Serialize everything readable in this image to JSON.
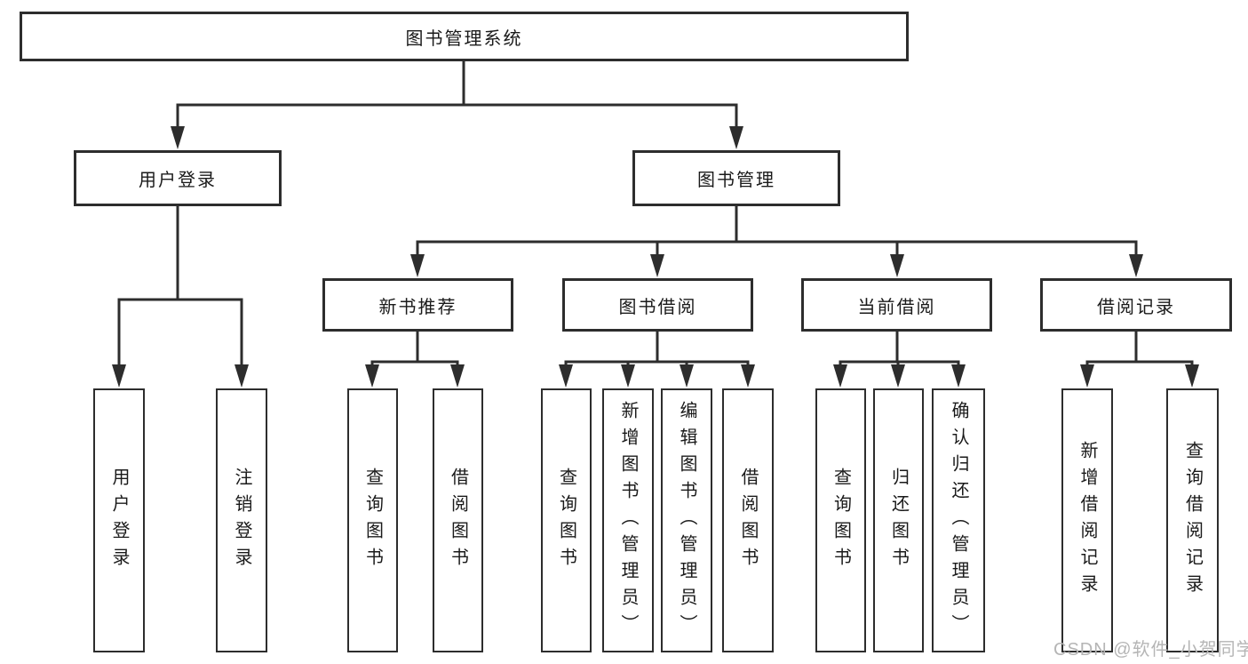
{
  "tree": {
    "root": {
      "label": "图书管理系统"
    },
    "children": [
      {
        "label": "用户登录",
        "children": [
          {
            "label": "用户登录"
          },
          {
            "label": "注销登录"
          }
        ]
      },
      {
        "label": "图书管理",
        "children": [
          {
            "label": "新书推荐",
            "children": [
              {
                "label": "查询图书"
              },
              {
                "label": "借阅图书"
              }
            ]
          },
          {
            "label": "图书借阅",
            "children": [
              {
                "label": "查询图书"
              },
              {
                "label": "新增图书（管理员）"
              },
              {
                "label": "编辑图书（管理员）"
              },
              {
                "label": "借阅图书"
              }
            ]
          },
          {
            "label": "当前借阅",
            "children": [
              {
                "label": "查询图书"
              },
              {
                "label": "归还图书"
              },
              {
                "label": "确认归还（管理员）"
              }
            ]
          },
          {
            "label": "借阅记录",
            "children": [
              {
                "label": "新增借阅记录"
              },
              {
                "label": "查询借阅记录"
              }
            ]
          }
        ]
      }
    ]
  },
  "watermark": {
    "text": "CSDN @软件_小贺同学"
  },
  "colors": {
    "line": "#2d2d2d",
    "text": "#1a1a1a",
    "watermark": "#b5b5b5",
    "background": "#ffffff"
  }
}
